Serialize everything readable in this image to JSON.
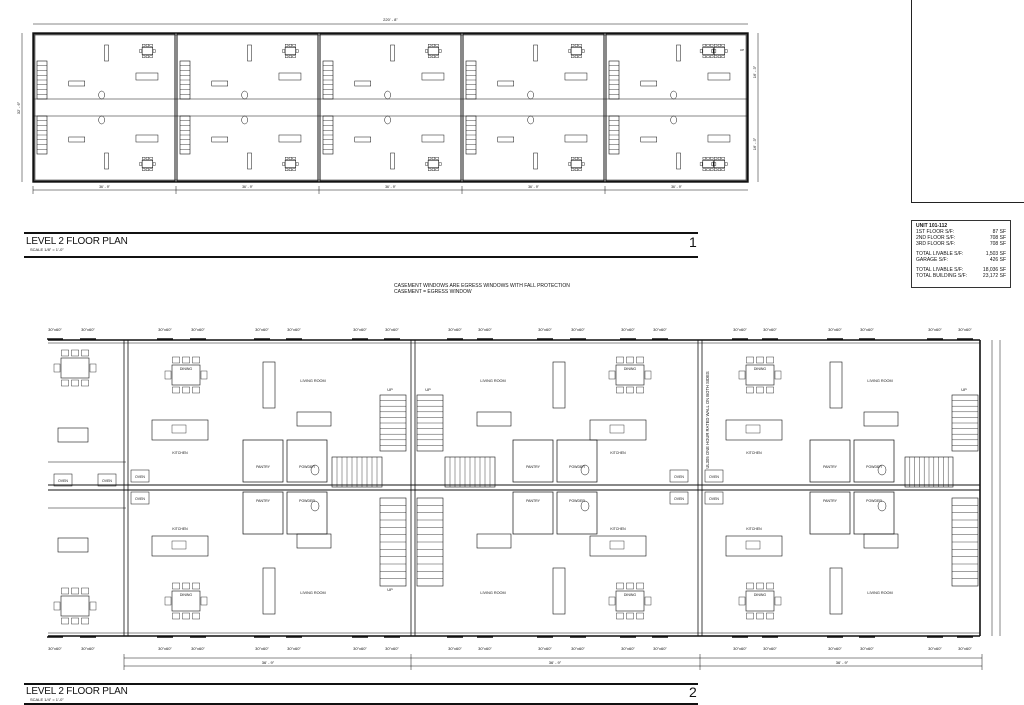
{
  "plan1": {
    "title": "LEVEL 2 FLOOR PLAN",
    "scale": "SCALE   1/8\" = 1'-0\"",
    "number": "1",
    "overall_width": "220' - 8\"",
    "overall_depth": "32' - 6\"",
    "right_dims": [
      "16' - 3\"",
      "16' - 3\""
    ],
    "unit_width_dim": "36' - 9\""
  },
  "plan2": {
    "title": "LEVEL 2 FLOOR PLAN",
    "scale": "SCALE   1/4\" = 1'-0\"",
    "number": "2",
    "unit_width_dim": "36' - 9\"",
    "window_tag": "30\"x60\"",
    "rooms": {
      "living_room": "LIVING ROOM",
      "dining": "DINING",
      "kitchen": "KITCHEN",
      "pantry": "PANTRY",
      "powder": "POWDER",
      "oven": "OVEN",
      "up": "UP"
    },
    "wall_note": "UL305 ONE HOUR RATED WALL ON BOTH SIDES"
  },
  "notes": {
    "line1": "CASEMENT WINDOWS ARE EGRESS WINDOWS WITH FALL PROTECTION",
    "line2": "CASEMENT = EGRESS WINDOW"
  },
  "schedule": {
    "header": "UNIT 101-112",
    "rows": [
      {
        "label": "1ST FLOOR S/F:",
        "value": "87 SF"
      },
      {
        "label": "2ND FLOOR S/F:",
        "value": "708 SF"
      },
      {
        "label": "3RD FLOOR S/F:",
        "value": "708 SF"
      }
    ],
    "totals": [
      {
        "label": "TOTAL LIVABLE S/F:",
        "value": "1,503 SF"
      },
      {
        "label": "GARAGE S/F:",
        "value": "426 SF"
      }
    ],
    "grand": [
      {
        "label": "TOTAL LIVABLE S/F:",
        "value": "18,036 SF"
      },
      {
        "label": "TOTAL BUILDING S/F:",
        "value": "23,172 SF"
      }
    ]
  }
}
